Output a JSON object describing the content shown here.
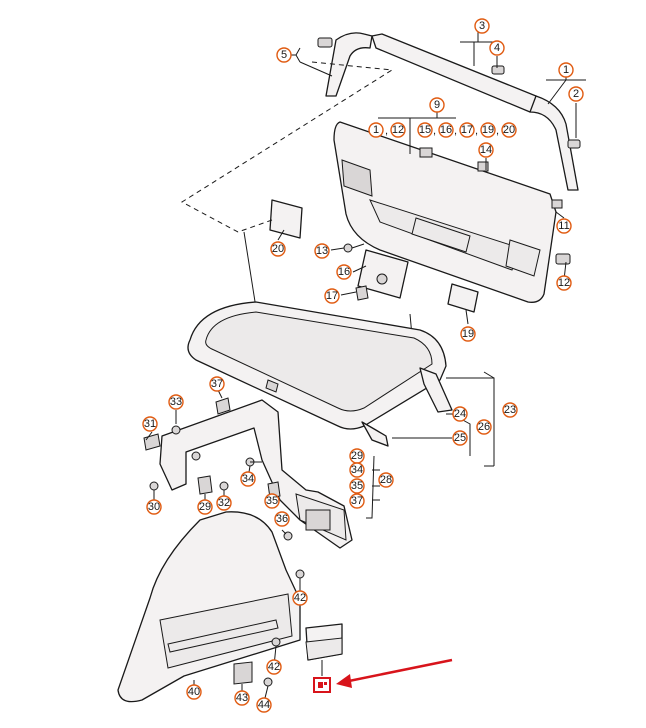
{
  "part_callouts": {
    "p1": "1",
    "p2": "2",
    "p3": "3",
    "p4": "4",
    "p5": "5",
    "p9": "9",
    "p11": "11",
    "p12": "12",
    "p13": "13",
    "p14": "14",
    "p16": "16",
    "p17": "17",
    "p19": "19",
    "p20": "20",
    "p23": "23",
    "p24": "24",
    "p25": "25",
    "p26": "26",
    "p28": "28",
    "p29a": "29",
    "p29b": "29",
    "p30": "30",
    "p31": "31",
    "p32": "32",
    "p33": "33",
    "p34a": "34",
    "p34b": "34",
    "p35a": "35",
    "p35b": "35",
    "p36": "36",
    "p37a": "37",
    "p37b": "37",
    "p40": "40",
    "p42a": "42",
    "p42b": "42",
    "p43": "43",
    "p44": "44"
  },
  "group_labels": {
    "g9": [
      "1",
      "12",
      "15",
      "16",
      "17",
      "19",
      "20"
    ]
  },
  "highlight": {
    "color": "#d8141b",
    "marker_icon": "part-number-marker-icon"
  },
  "colors": {
    "callout_ring": "#e05a10",
    "line": "#1a1a1a",
    "arrow": "#d8141b"
  }
}
